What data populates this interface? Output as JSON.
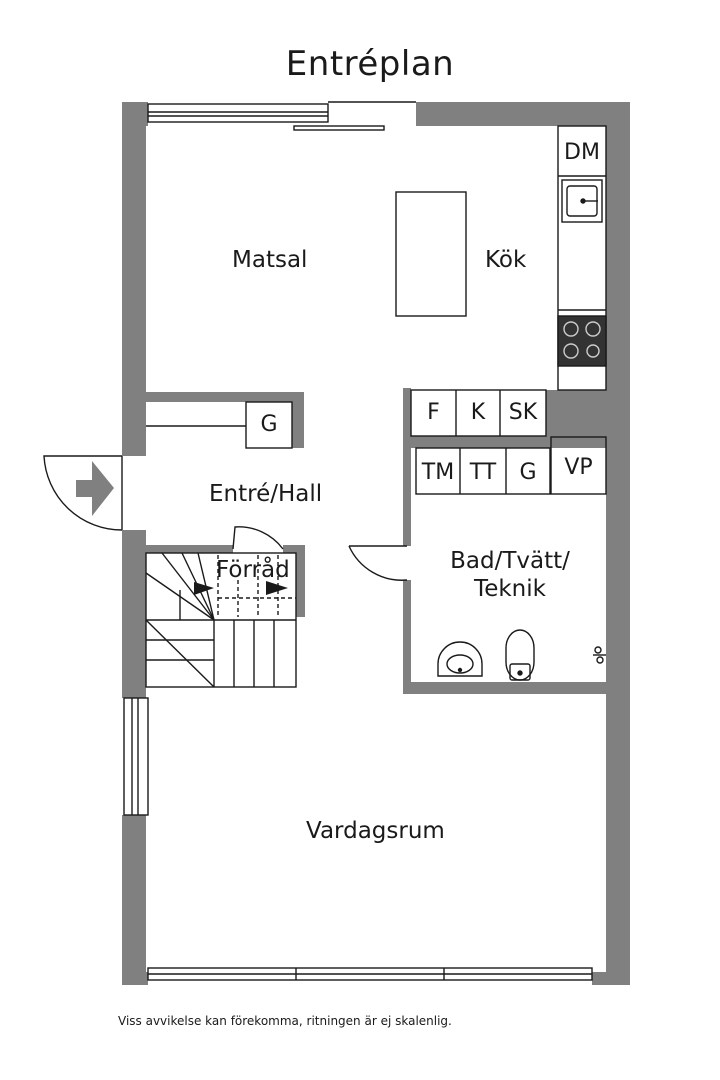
{
  "title": "Entréplan",
  "rooms": {
    "matsal": "Matsal",
    "kok": "Kök",
    "entre": "Entré/Hall",
    "forrad": "Förråd",
    "bad": "Bad/Tvätt/\nTeknik",
    "vardagsrum": "Vardagsrum"
  },
  "fixtures": {
    "dm": "DM",
    "f": "F",
    "k": "K",
    "sk": "SK",
    "g_hall": "G",
    "tm": "TM",
    "tt": "TT",
    "g_bad": "G",
    "vp": "VP"
  },
  "footnote": "Viss avvikelse kan förekomma, ritningen är ej skalenlig.",
  "colors": {
    "wall": "#808080",
    "line": "#1a1a1a",
    "background": "#ffffff"
  }
}
